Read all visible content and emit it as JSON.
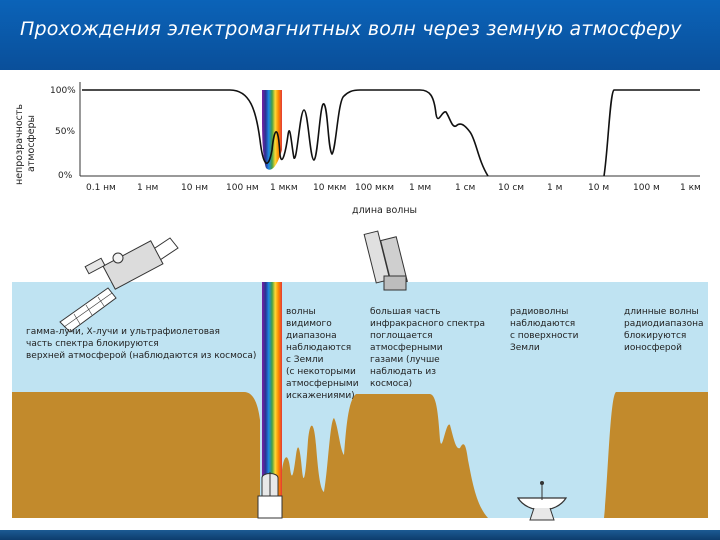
{
  "title": "Прохождения электромагнитных волн через земную  атмосферу",
  "chart": {
    "ylabel_line1": "непрозрачность",
    "ylabel_line2": "атмосферы",
    "xlabel": "длина волны",
    "y_ticks": [
      "100%",
      "50%",
      "0%"
    ],
    "x_ticks": [
      "0.1 нм",
      "1 нм",
      "10 нм",
      "100 нм",
      "1 мкм",
      "10 мкм",
      "100 мкм",
      "1 мм",
      "1 см",
      "10 см",
      "1 м",
      "10 м",
      "100 м",
      "1 км"
    ]
  },
  "annotations": {
    "gamma": [
      "гамма-лучи, Х-лучи и ультрафиолетовая",
      "часть спектра блокируются",
      "верхней атмосферой (наблюдаются из космоса)"
    ],
    "visible": [
      "волны",
      "видимого",
      "диапазона",
      "наблюдаются",
      "с Земли",
      "(с некоторыми",
      "атмосферными",
      "искажениями)"
    ],
    "infrared": [
      "большая часть",
      "инфракрасного спектра",
      "поглощается",
      "атмосферными",
      "газами (лучше",
      "наблюдать из",
      "космоса)"
    ],
    "radio": [
      "радиоволны",
      "наблюдаются",
      "с поверхности",
      "Земли"
    ],
    "longwaves": [
      "длинные волны",
      "радиодиапазона",
      "блокируются",
      "ионосферой"
    ]
  },
  "icons": [
    "satellite-icon",
    "space-telescope-icon",
    "ground-telescope-icon",
    "radio-dish-icon"
  ],
  "colors": {
    "header": "#0b63b8",
    "sky": "#bfe3f2",
    "ground": "#c28a2c",
    "curve": "#111111"
  }
}
